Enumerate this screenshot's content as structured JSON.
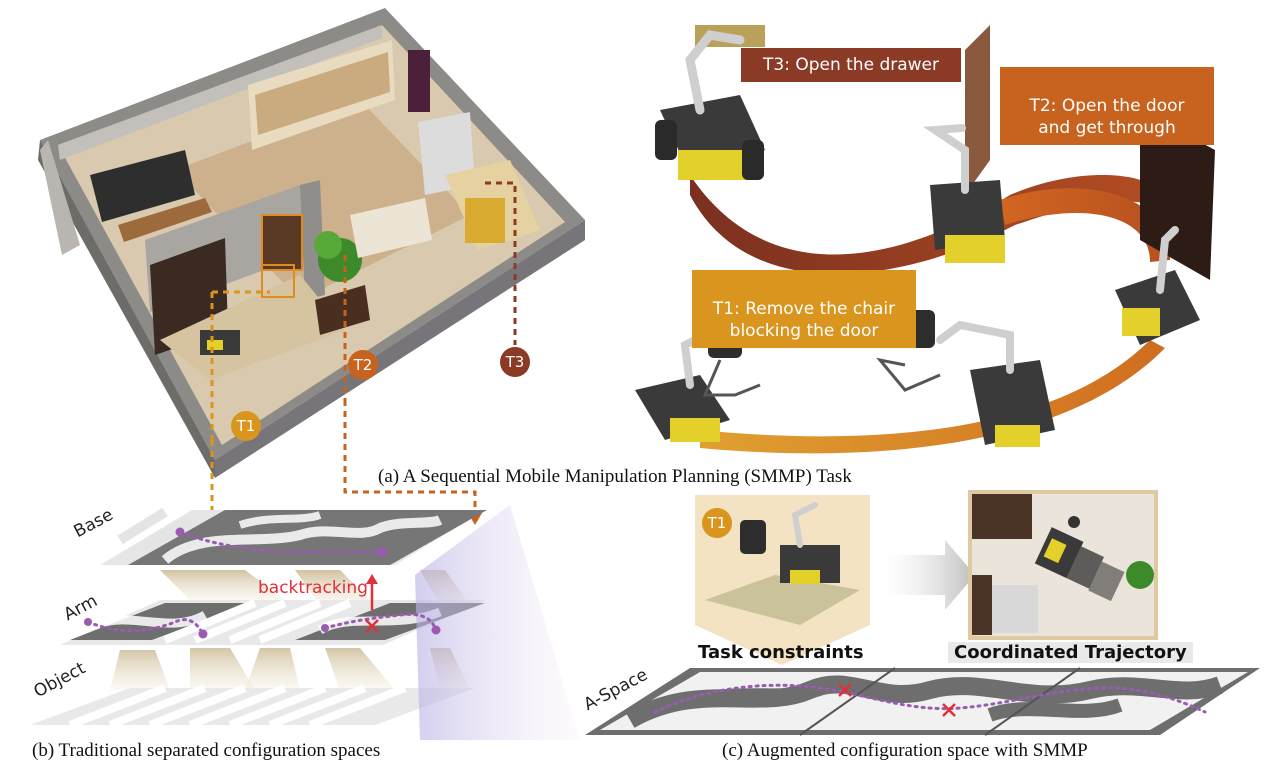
{
  "captions": {
    "a": "(a) A Sequential Mobile Manipulation Planning (SMMP) Task",
    "b": "(b) Traditional separated configuration spaces",
    "c": "(c) Augmented configuration space with SMMP"
  },
  "tasks": {
    "t1": "T1: Remove the chair\nblocking the door",
    "t2": "T2: Open the door\nand get through",
    "t3": "T3: Open the drawer"
  },
  "markers": {
    "t1": "T1",
    "t2": "T2",
    "t3": "T3"
  },
  "layers": {
    "base": "Base",
    "arm": "Arm",
    "object": "Object",
    "aspace": "A-Space"
  },
  "labels": {
    "backtracking": "backtracking",
    "task_constraints": "Task constraints",
    "coordinated_trajectory": "Coordinated Trajectory"
  },
  "colors": {
    "t1": "#d9951e",
    "t2": "#c8621f",
    "t3": "#8b3a25",
    "path": "#9b5bb0",
    "error": "#e0303a"
  }
}
